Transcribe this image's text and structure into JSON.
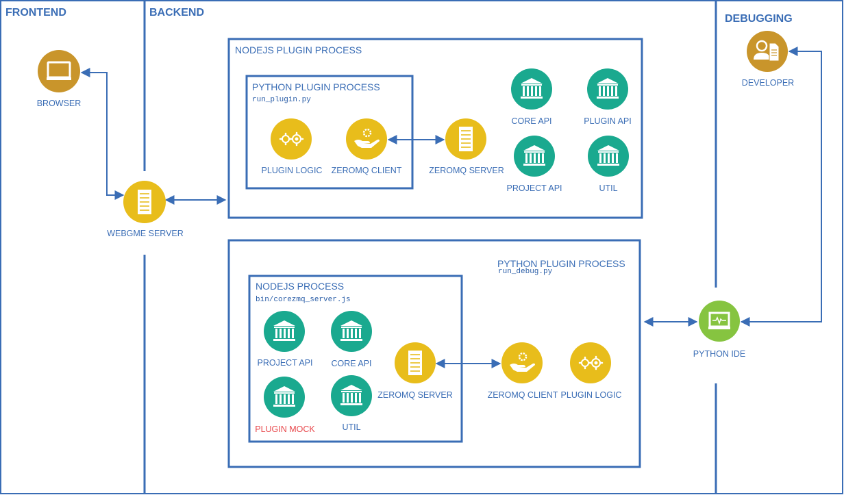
{
  "sections": {
    "frontend": "FRONTEND",
    "backend": "BACKEND",
    "debugging": "DEBUGGING"
  },
  "colors": {
    "line": "#3a6db5",
    "gold": "#e8bd1b",
    "bronze": "#c9952b",
    "teal": "#1aa98f",
    "green": "#86c440",
    "warning_text": "#e8474b"
  },
  "nodejs_plugin_process": {
    "title": "NODEJS PLUGIN PROCESS",
    "python_plugin_process": {
      "title": "PYTHON PLUGIN PROCESS",
      "file": "run_plugin.py",
      "plugin_logic": "PLUGIN LOGIC",
      "zeromq_client": "ZEROMQ CLIENT"
    },
    "zeromq_server": "ZEROMQ SERVER",
    "core_api": "CORE API",
    "plugin_api": "PLUGIN API",
    "project_api": "PROJECT API",
    "util": "UTIL"
  },
  "python_plugin_process": {
    "title": "PYTHON PLUGIN PROCESS",
    "file": "run_debug.py",
    "nodejs_process": {
      "title": "NODEJS PROCESS",
      "file": "bin/corezmq_server.js",
      "project_api": "PROJECT API",
      "core_api": "CORE API",
      "plugin_mock": "PLUGIN MOCK",
      "util": "UTIL"
    },
    "zeromq_server": "ZEROMQ SERVER",
    "zeromq_client": "ZEROMQ CLIENT",
    "plugin_logic": "PLUGIN LOGIC"
  },
  "frontend_nodes": {
    "browser": "BROWSER",
    "webgme_server": "WEBGME SERVER"
  },
  "debugging_nodes": {
    "developer": "DEVELOPER",
    "python_ide": "PYTHON IDE"
  },
  "icons": {
    "browser": "monitor-icon",
    "webgme_server": "server-icon",
    "developer": "user-document-icon",
    "python_ide": "terminal-monitor-icon",
    "plugin_logic": "gears-icon",
    "zeromq_client": "hand-gear-icon",
    "zeromq_server": "server-icon",
    "api": "bank-building-icon"
  }
}
